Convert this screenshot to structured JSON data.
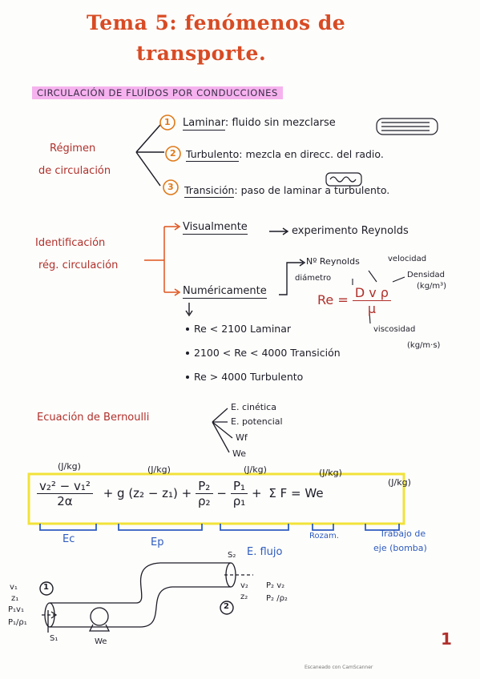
{
  "title": {
    "line1": "Tema 5: fenómenos de",
    "line2": "transporte."
  },
  "section_heading": "CIRCULACIÓN DE FLUÍDOS POR CONDUCCIONES",
  "regimen": {
    "label_line1": "Régimen",
    "label_line2": "de circulación",
    "items": [
      {
        "num": "1",
        "name": "Laminar",
        "desc": ": fluido sin mezclarse"
      },
      {
        "num": "2",
        "name": "Turbulento",
        "desc": ": mezcla en direcc. del radio."
      },
      {
        "num": "3",
        "name": "Transición",
        "desc": ": paso de laminar a turbulento."
      }
    ]
  },
  "identificacion": {
    "label_line1": "Identificación",
    "label_line2": "rég. circulación",
    "visual": "Visualmente",
    "visual_result": "experimento Reynolds",
    "numeric": "Numéricamente",
    "reynolds_label": "Nº Reynolds",
    "re": "Re",
    "eq": "=",
    "numerator": "D v ρ",
    "denominator": "μ",
    "diametro": "diámetro",
    "velocidad": "velocidad",
    "densidad": "Densidad",
    "densidad_units": "(kg/m³)",
    "viscosidad": "viscosidad",
    "viscosidad_units": "(kg/m·s)",
    "criteria": [
      "Re < 2100 Laminar",
      "2100 < Re < 4000 Transición",
      "Re > 4000 Turbulento"
    ]
  },
  "bernoulli": {
    "label": "Ecuación de Bernoulli",
    "terms": [
      "E. cinética",
      "E. potencial",
      "Wf",
      "We"
    ],
    "units": "(J/kg)",
    "t1_num": "v₂² − v₁²",
    "t1_den": "2α",
    "t2": "+ g (z₂ − z₁) +",
    "t3_num": "P₂",
    "t3_den": "ρ₂",
    "minus": "−",
    "t4_num": "P₁",
    "t4_den": "ρ₁",
    "plus": "+",
    "t5": "Σ F = We",
    "lbl_ec": "Ec",
    "lbl_ep": "Ep",
    "lbl_eflujo": "E. flujo",
    "lbl_rozam": "Rozam.",
    "lbl_trabajo_line1": "Trabajo de",
    "lbl_trabajo_line2": "eje (bomba)"
  },
  "diagram": {
    "point1": "1",
    "point2": "2",
    "left_vars": [
      "v₁",
      "z₁",
      "P₁v₁",
      "P₁/ρ₁"
    ],
    "s1": "S₁",
    "s2": "S₂",
    "we": "We",
    "mid_vars": [
      "v₂",
      "z₂"
    ],
    "right_vars": [
      "P₂ v₂",
      "P₂ /ρ₂"
    ]
  },
  "page_number": "1",
  "footer": "Escaneado con CamScanner"
}
